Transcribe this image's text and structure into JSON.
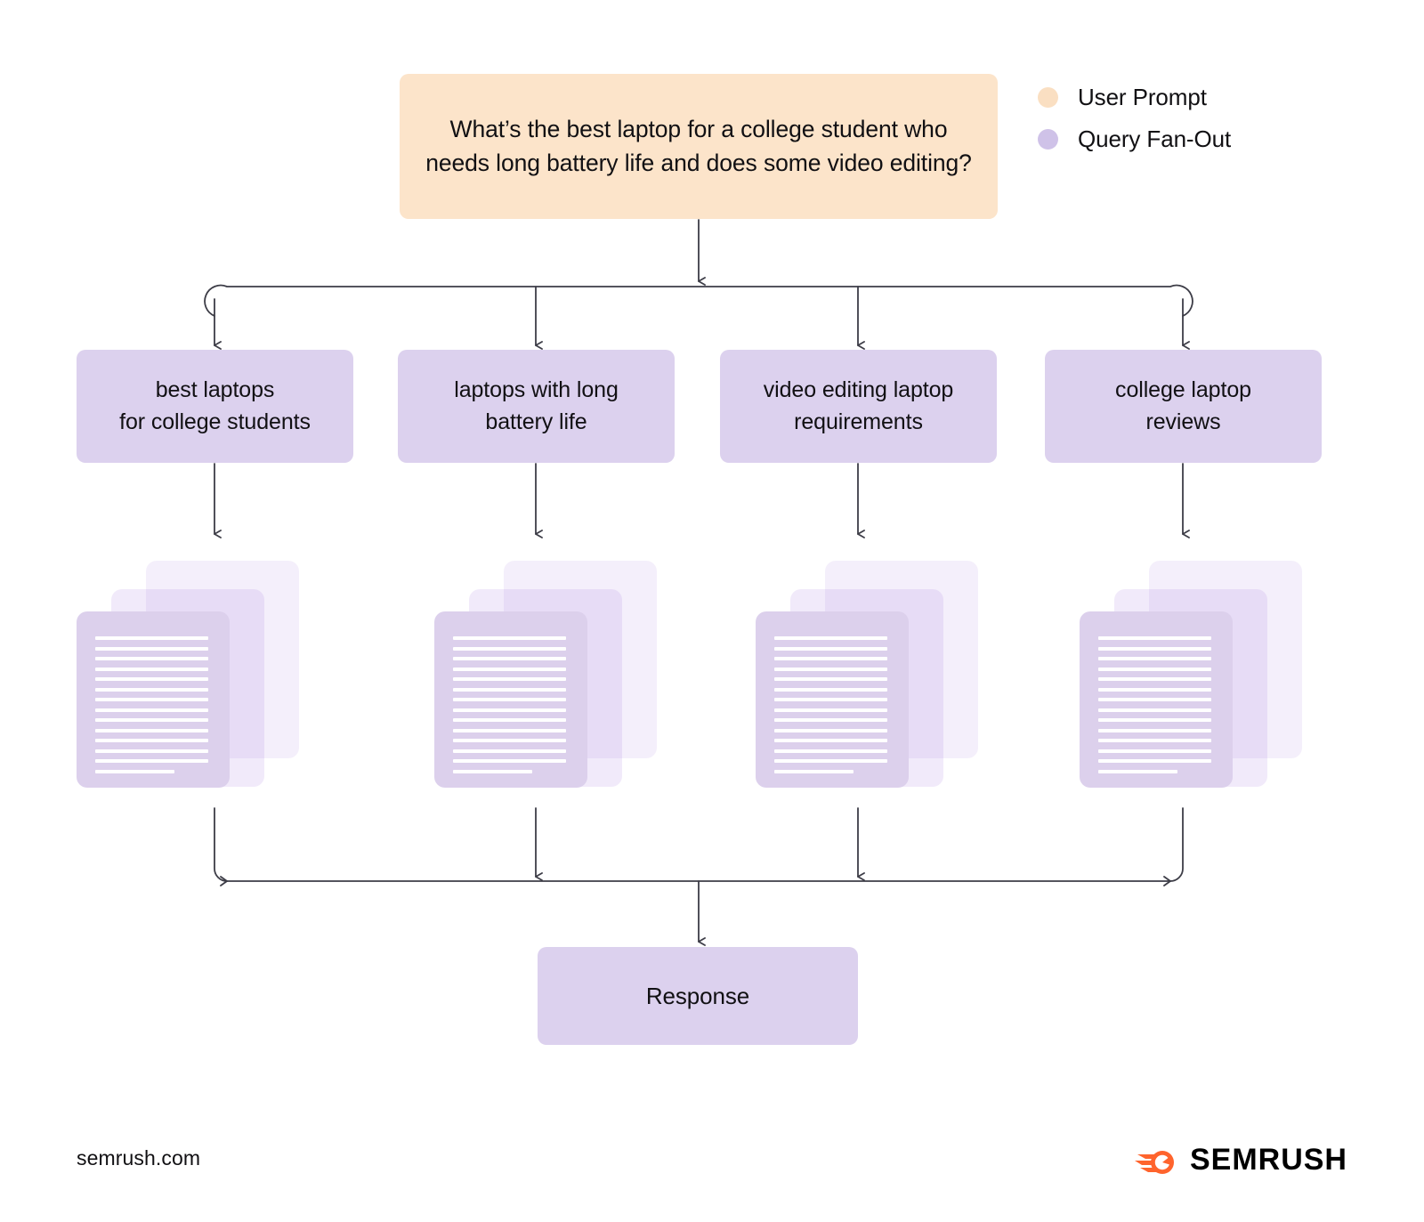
{
  "diagram": {
    "prompt": {
      "text": "What’s the best laptop for a college student who needs long battery life and does some video editing?",
      "color": "#FCE4CA"
    },
    "legend": {
      "items": [
        {
          "label": "User Prompt",
          "color": "#FADFC2"
        },
        {
          "label": "Query Fan-Out",
          "color": "#CFC2E8"
        }
      ]
    },
    "queries": [
      {
        "label": "best laptops\nfor college students",
        "color": "#DCD1EE"
      },
      {
        "label": "laptops with long\nbattery life",
        "color": "#DCD1EE"
      },
      {
        "label": "video editing laptop\nrequirements",
        "color": "#DCD1EE"
      },
      {
        "label": "college laptop\nreviews",
        "color": "#DCD1EE"
      }
    ],
    "documents": {
      "icon": "document-stack-icon",
      "sheets_per_stack": 3,
      "text_lines_per_sheet": 14,
      "color": "#DCD0EC"
    },
    "response": {
      "label": "Response",
      "color": "#DCD1EE"
    },
    "connector_color": "#3D3D47"
  },
  "footer": {
    "url": "semrush.com",
    "brand": "SEMRUSH",
    "brand_icon": "semrush-comet-icon",
    "brand_color": "#FF642D"
  }
}
